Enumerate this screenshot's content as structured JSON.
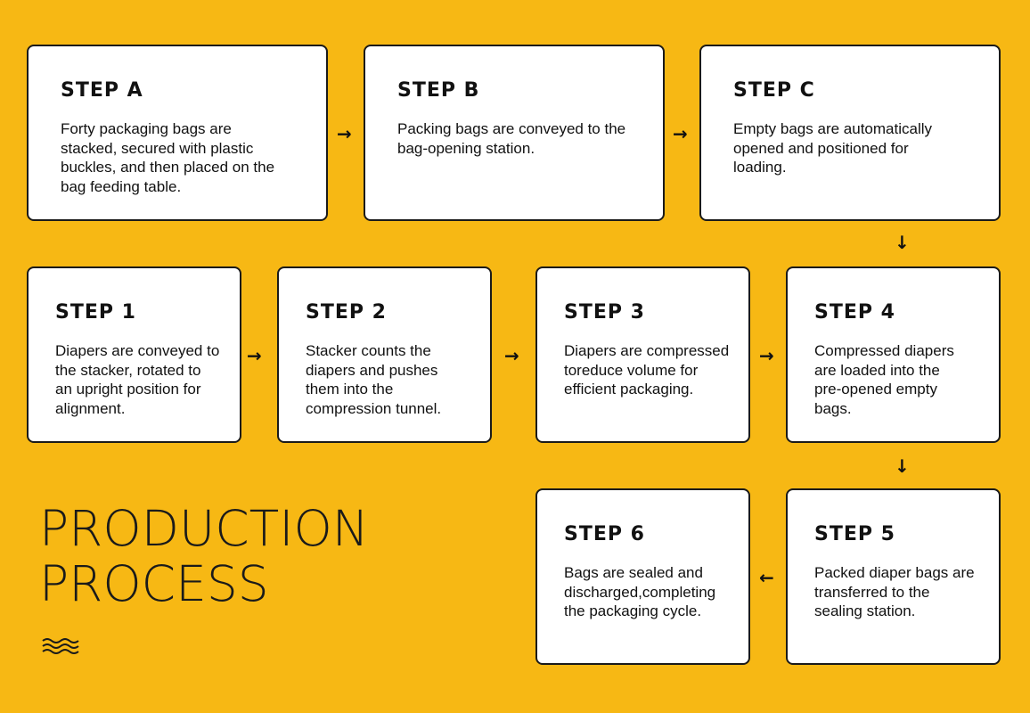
{
  "title": {
    "line1": "PRODUCTION",
    "line2": "PROCESS"
  },
  "decoration_icon": "waves-icon",
  "steps": {
    "A": {
      "label": "STEP A",
      "text": "Forty packaging bags are stacked, secured with plastic buckles, and then placed on the bag feeding table."
    },
    "B": {
      "label": "STEP B",
      "text": "Packing bags are conveyed to the bag-opening station."
    },
    "C": {
      "label": "STEP C",
      "text": "Empty bags are automatically opened and positioned for loading."
    },
    "s1": {
      "label": "STEP 1",
      "text": "Diapers are conveyed to the stacker, rotated to an upright position for alignment."
    },
    "s2": {
      "label": "STEP 2",
      "text": "Stacker counts the diapers and pushes them into the compression tunnel."
    },
    "s3": {
      "label": "STEP 3",
      "text": "Diapers are compressed toreduce volume for efficient packaging."
    },
    "s4": {
      "label": "STEP 4",
      "text": "Compressed diapers are loaded into the pre-opened empty bags."
    },
    "s5": {
      "label": "STEP 5",
      "text": "Packed diaper bags are transferred to the sealing station."
    },
    "s6": {
      "label": "STEP 6",
      "text": "Bags are sealed and discharged,completing the packaging cycle."
    }
  },
  "colors": {
    "background": "#f7b814",
    "card": "#ffffff",
    "border": "#1a1a1a"
  }
}
